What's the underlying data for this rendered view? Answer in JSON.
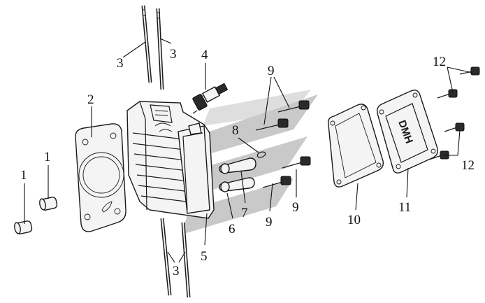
{
  "diagram": {
    "type": "exploded-parts-view",
    "callouts": [
      {
        "id": "c1a",
        "text": "1"
      },
      {
        "id": "c1b",
        "text": "1"
      },
      {
        "id": "c2",
        "text": "2"
      },
      {
        "id": "c3a",
        "text": "3"
      },
      {
        "id": "c3b",
        "text": "3"
      },
      {
        "id": "c3c",
        "text": "3"
      },
      {
        "id": "c4",
        "text": "4"
      },
      {
        "id": "c5",
        "text": "5"
      },
      {
        "id": "c6",
        "text": "6"
      },
      {
        "id": "c7",
        "text": "7"
      },
      {
        "id": "c8",
        "text": "8"
      },
      {
        "id": "c9a",
        "text": "9"
      },
      {
        "id": "c9b",
        "text": "9"
      },
      {
        "id": "c9c",
        "text": "9"
      },
      {
        "id": "c10",
        "text": "10"
      },
      {
        "id": "c11",
        "text": "11"
      },
      {
        "id": "c12a",
        "text": "12"
      },
      {
        "id": "c12b",
        "text": "12"
      }
    ],
    "valve_cover_emboss": "DMH",
    "colors": {
      "ink": "#1a1a1a",
      "background": "#ffffff",
      "watermark": "#b8b8b8"
    }
  }
}
